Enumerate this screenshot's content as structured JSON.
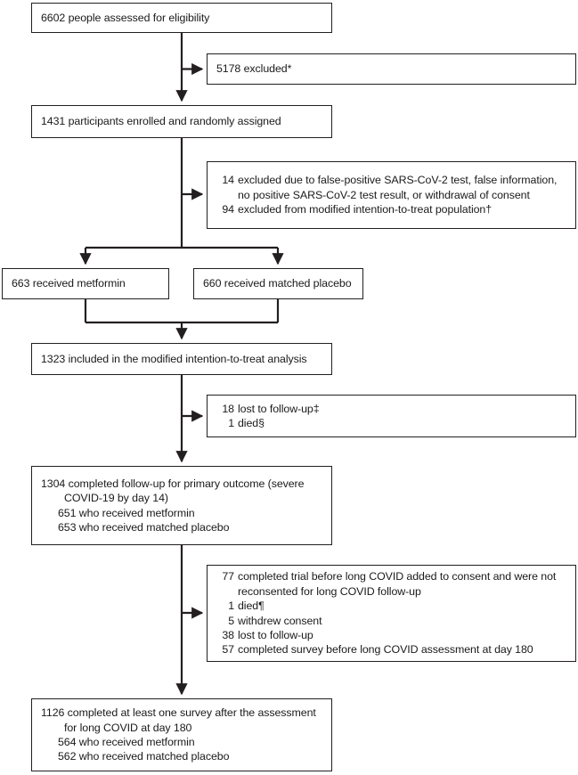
{
  "diagram": {
    "title": "CONSORT trial profile flow diagram",
    "line_color": "#231f20",
    "background": "#ffffff"
  },
  "nodes": {
    "assessed": {
      "lines": [
        "6602 people assessed for eligibility"
      ]
    },
    "excluded_screening": {
      "lines": [
        "5178 excluded*"
      ]
    },
    "enrolled": {
      "lines": [
        "1431 participants enrolled and randomly assigned"
      ]
    },
    "excluded_randomised": {
      "items": [
        {
          "num": "14",
          "text": "excluded due to false-positive SARS-CoV-2 test, false information,",
          "cont": "no positive SARS-CoV-2 test result, or withdrawal of consent"
        },
        {
          "num": "94",
          "text": "excluded from modified intention-to-treat population†"
        }
      ]
    },
    "metformin": {
      "lines": [
        "663 received metformin"
      ]
    },
    "placebo": {
      "lines": [
        "660 received matched placebo"
      ]
    },
    "mitt_analysis": {
      "lines": [
        "1323 included in the modified intention-to-treat analysis"
      ]
    },
    "lost_followup": {
      "items": [
        {
          "num": "18",
          "text": "lost to follow-up‡"
        },
        {
          "num": "1",
          "text": "died§"
        }
      ]
    },
    "completed_primary": {
      "lines": [
        "1304 completed follow-up for primary outcome (severe",
        "COVID-19 by day 14)",
        "651 who received metformin",
        "653 who received matched placebo"
      ]
    },
    "long_covid_excluded": {
      "items": [
        {
          "num": "77",
          "text": "completed trial before long COVID added to consent and were not",
          "cont": "reconsented for long COVID follow-up"
        },
        {
          "num": "1",
          "text": "died¶"
        },
        {
          "num": "5",
          "text": "withdrew consent"
        },
        {
          "num": "38",
          "text": "lost to follow-up"
        },
        {
          "num": "57",
          "text": "completed survey before long COVID assessment at day 180"
        }
      ]
    },
    "final_surveys": {
      "lines": [
        "1126 completed at least one survey after the assessment",
        "for long COVID at day 180",
        "564 who received metformin",
        "562 who received matched placebo"
      ]
    }
  }
}
